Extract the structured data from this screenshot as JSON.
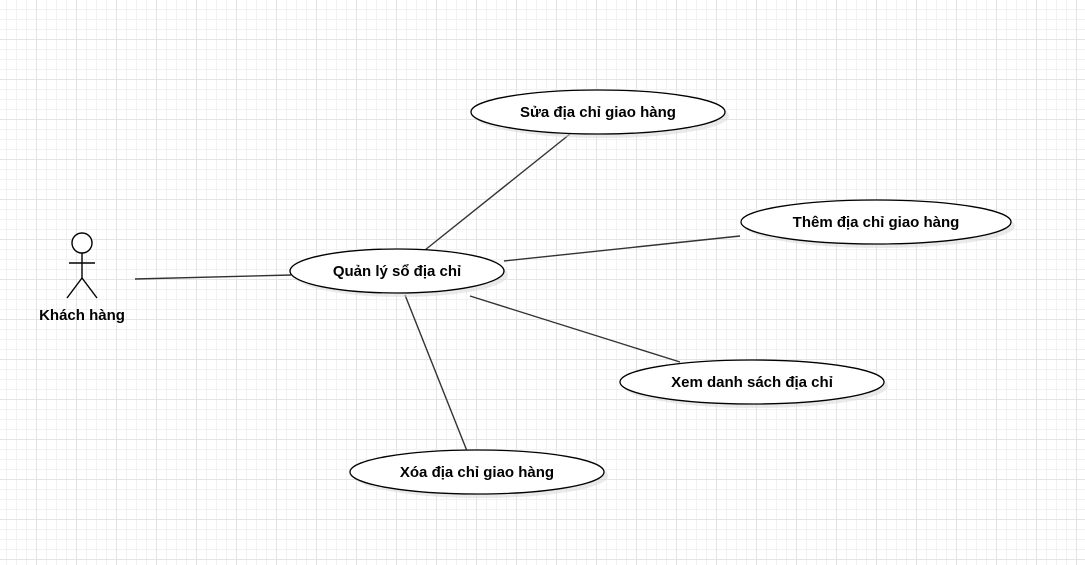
{
  "diagram": {
    "type": "use-case",
    "actor": {
      "label": "Khách hàng"
    },
    "use_cases": {
      "main": "Quản lý sổ địa chỉ",
      "edit": "Sửa địa chỉ giao hàng",
      "add": "Thêm địa chỉ giao hàng",
      "list": "Xem danh sách địa chỉ",
      "delete": "Xóa địa chỉ giao hàng"
    },
    "associations": [
      {
        "from": "actor",
        "to": "main"
      },
      {
        "from": "main",
        "to": "edit"
      },
      {
        "from": "main",
        "to": "add"
      },
      {
        "from": "main",
        "to": "list"
      },
      {
        "from": "main",
        "to": "delete"
      }
    ]
  }
}
